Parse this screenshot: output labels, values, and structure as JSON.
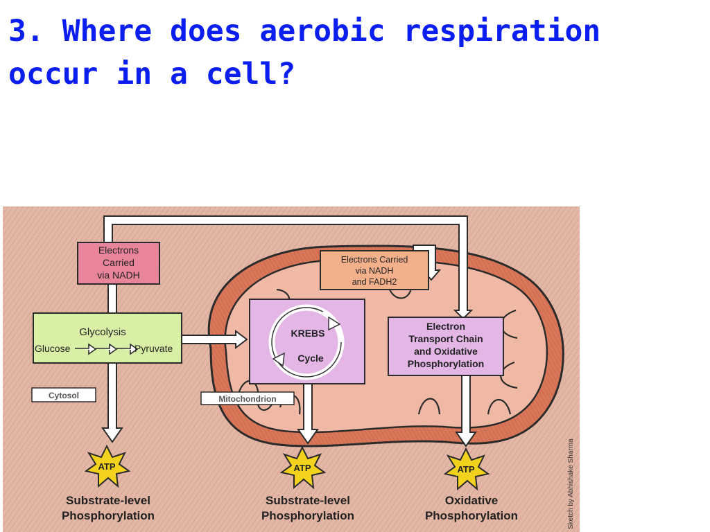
{
  "slide": {
    "title_line1": "3. Where does aerobic respiration",
    "title_line2": "occur in a cell?"
  },
  "diagram": {
    "electrons_nadh": [
      "Electrons",
      "Carried",
      "via NADH"
    ],
    "electrons_nadh_fadh2": [
      "Electrons Carried",
      "via NADH",
      "and FADH2"
    ],
    "glycolysis": {
      "title": "Glycolysis",
      "from": "Glucose",
      "to": "Pyruvate"
    },
    "krebs": [
      "KREBS",
      "Cycle"
    ],
    "etc": [
      "Electron",
      "Transport Chain",
      "and Oxidative",
      "Phosphorylation"
    ],
    "cytosol_label": "Cytosol",
    "mitochondrion_label": "Mitochondrion",
    "atp_label": "ATP",
    "outputs": [
      [
        "Substrate-level",
        "Phosphorylation"
      ],
      [
        "Substrate-level",
        "Phosphorylation"
      ],
      [
        "Oxidative",
        "Phosphorylation"
      ]
    ],
    "credit": "Sketch by Abhishake Sharma"
  },
  "colors": {
    "title": "#0a1ef0",
    "background_paper": "#e3b7a6",
    "mitochondrion_fill": "#d9775a",
    "outline": "#2b2b2b"
  }
}
